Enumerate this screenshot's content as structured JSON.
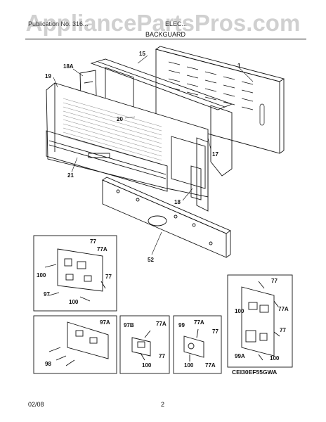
{
  "watermark": "AppliancePartsPros.com",
  "header": {
    "left": "Publication No. 316...",
    "right": "ELEC...",
    "title": "BACKGUARD"
  },
  "footer": {
    "date": "02/08",
    "page": "2"
  },
  "model_code": "CEI30EF55GWA",
  "callouts": {
    "c1": "1",
    "c15": "15",
    "c18A": "18A",
    "c19": "19",
    "c20": "20",
    "c17": "17",
    "c21": "21",
    "c18": "18",
    "c52": "52",
    "p1_77": "77",
    "p1_77A": "77A",
    "p1_100a": "100",
    "p1_77b": "77",
    "p1_97": "97",
    "p1_100b": "100",
    "p2_97A": "97A",
    "p2_98": "98",
    "p3_97B": "97B",
    "p3_77A": "77A",
    "p3_77": "77",
    "p3_100": "100",
    "p4_99": "99",
    "p4_77A": "77A",
    "p4_77": "77",
    "p4_100": "100",
    "p4_77Ab": "77A",
    "p5_77": "77",
    "p5_100": "100",
    "p5_77A": "77A",
    "p5_77b": "77",
    "p5_99A": "99A",
    "p5_100b": "100"
  }
}
